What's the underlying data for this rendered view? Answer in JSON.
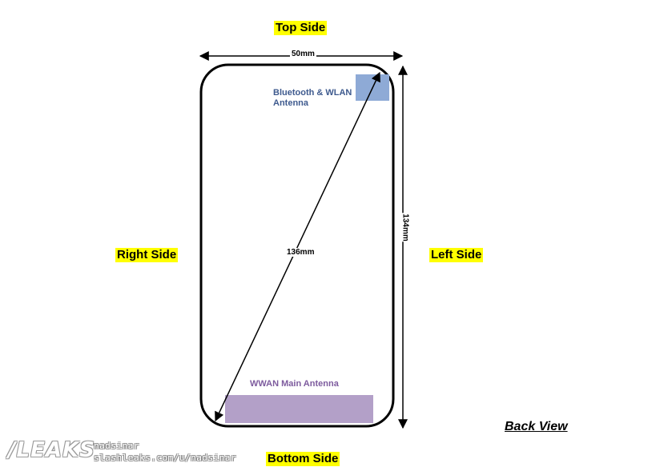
{
  "sides": {
    "top": "Top Side",
    "bottom": "Bottom Side",
    "right": "Right Side",
    "left": "Left Side"
  },
  "highlight_color": "#ffff00",
  "dimensions": {
    "width": "50mm",
    "height": "134mm",
    "diagonal": "136mm"
  },
  "antennas": {
    "bluetooth_wlan": {
      "label": "Bluetooth & WLAN Antenna",
      "color": "#8eaad6",
      "text_color": "#3e5a8e"
    },
    "wwan_main": {
      "label": "WWAN Main Antenna",
      "color": "#b3a0c8",
      "text_color": "#7d5b9e"
    }
  },
  "view_label": "Back View",
  "watermark": {
    "logo": "/LEAKS",
    "user": "nadsinar",
    "url": "slashleaks.com/u/nadsinar"
  }
}
